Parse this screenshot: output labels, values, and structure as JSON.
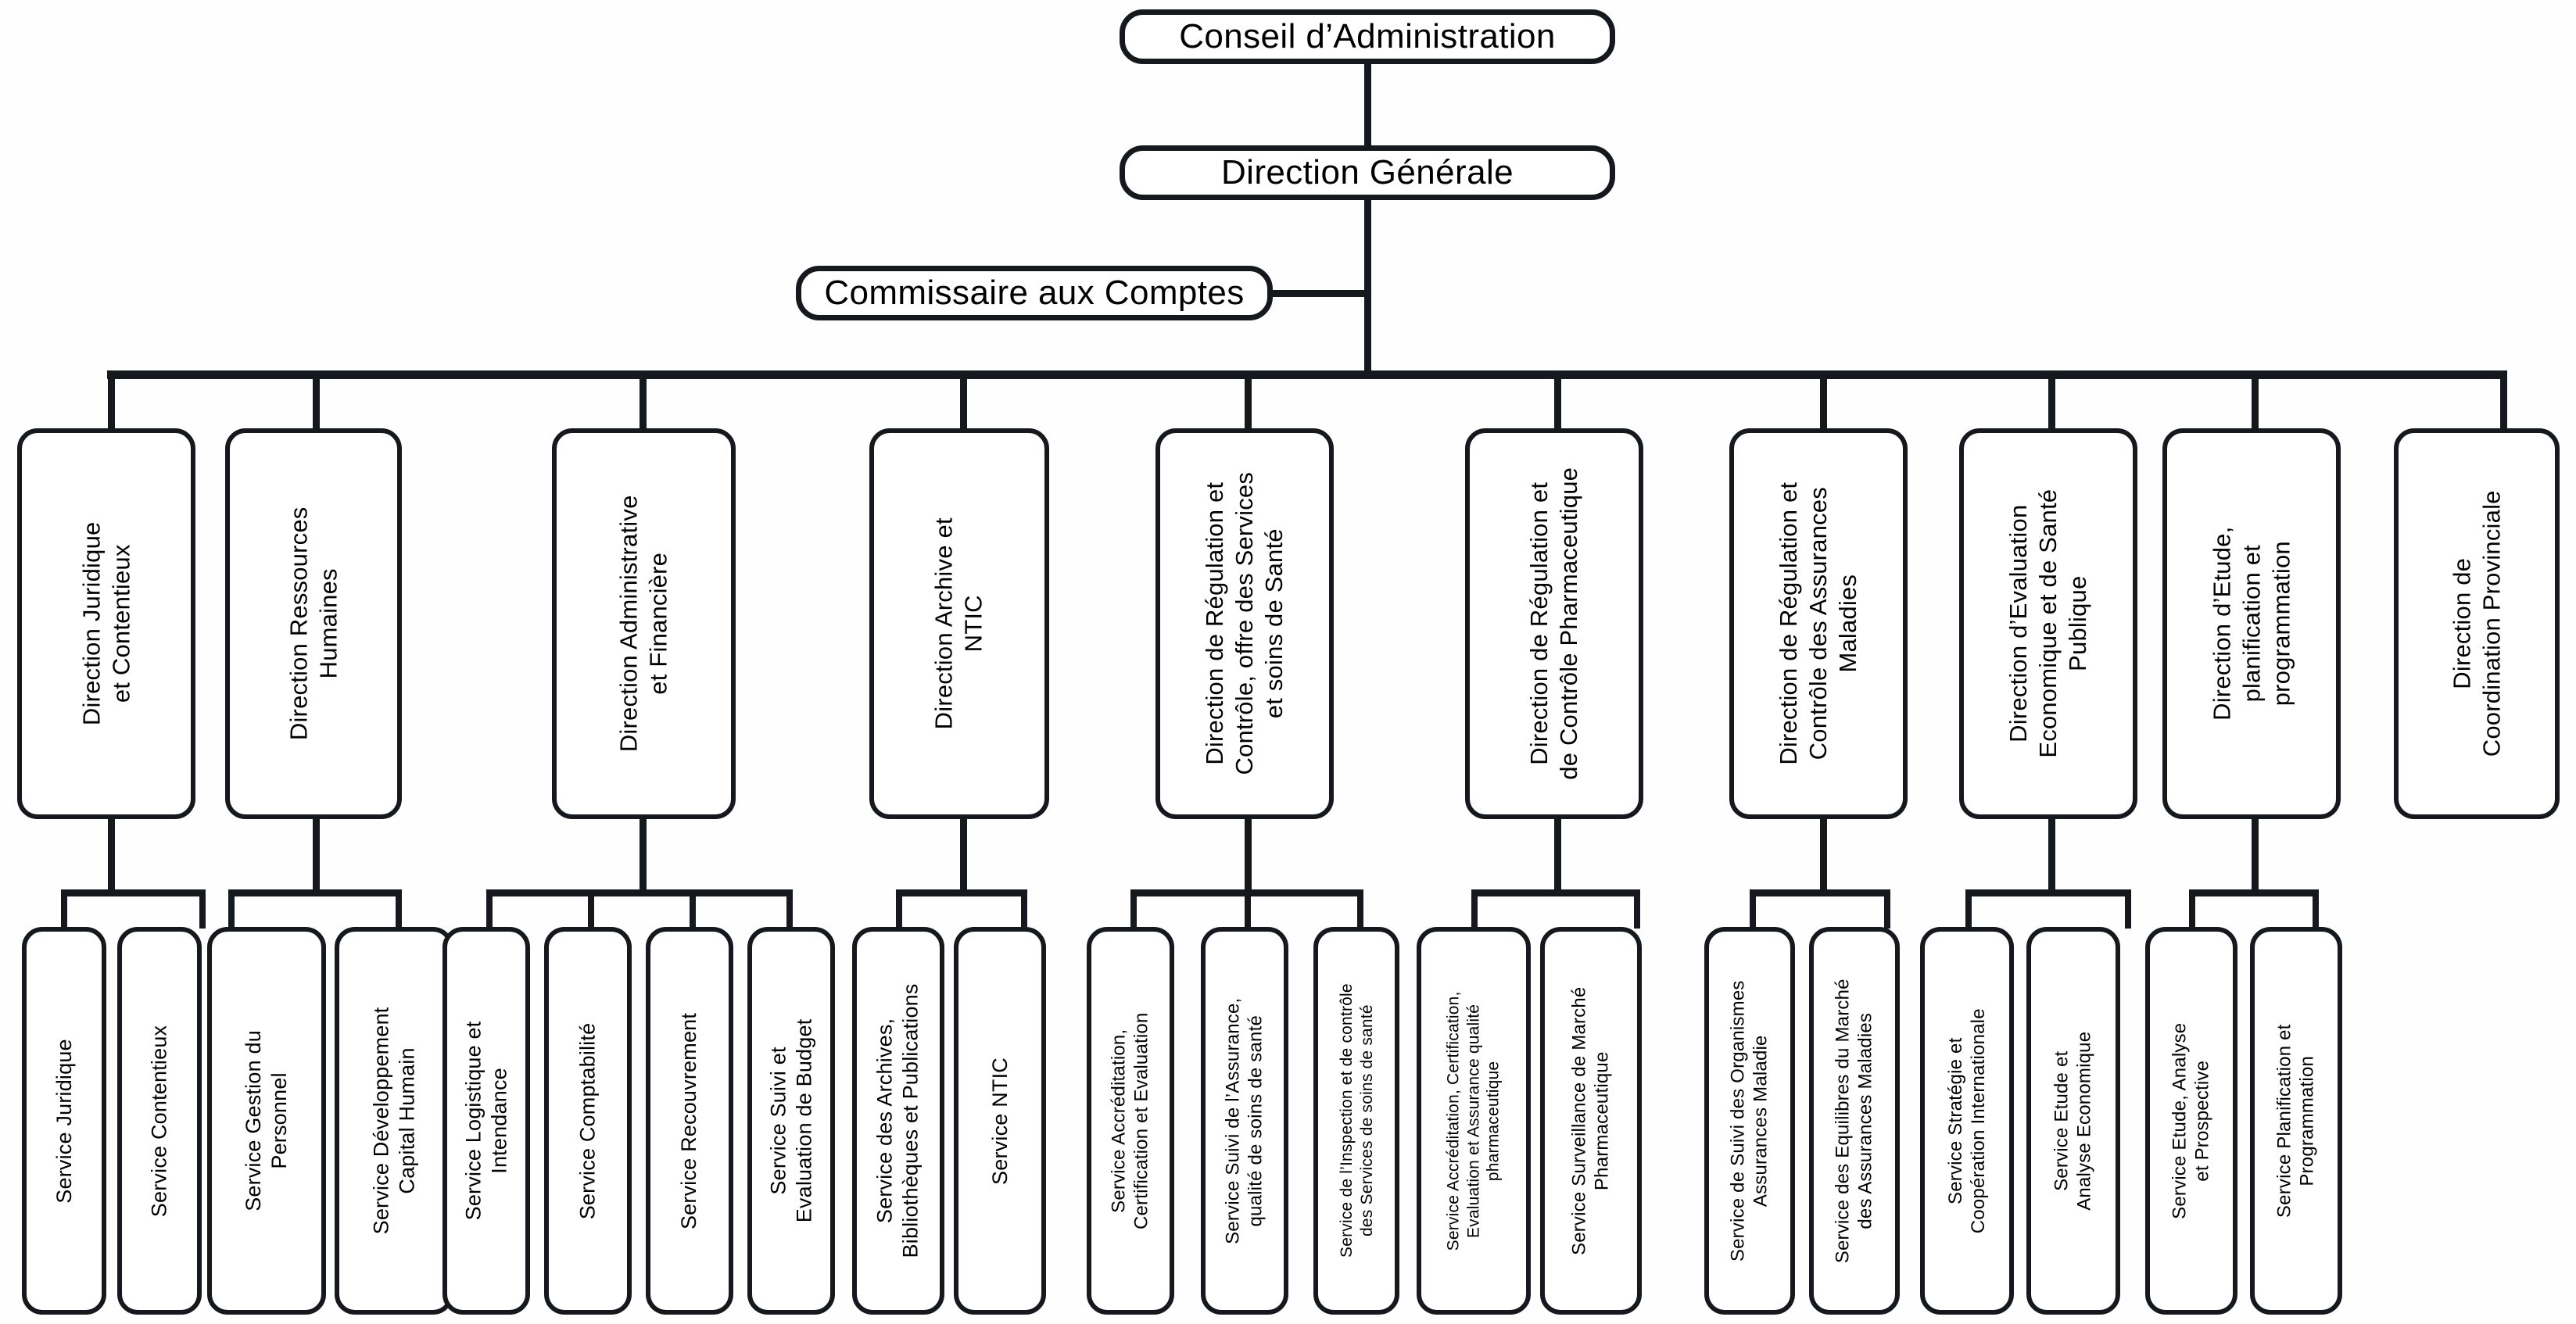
{
  "title": "Organigramme",
  "colors": {
    "line": "#15191d",
    "box_border": "#15191d",
    "background": "#ffffff"
  },
  "top": {
    "board": "Conseil d’Administration",
    "general_direction": "Direction Générale",
    "auditor": "Commissaire aux Comptes"
  },
  "directions": [
    {
      "label": "Direction Juridique\net Contentieux",
      "services": [
        {
          "label": "Service Juridique"
        },
        {
          "label": "Service Contentieux"
        }
      ]
    },
    {
      "label": "Direction Ressources\nHumaines",
      "services": [
        {
          "label": "Service Gestion du\nPersonnel"
        },
        {
          "label": "Service Développement\nCapital Humain"
        }
      ]
    },
    {
      "label": "Direction Administrative\net Financière",
      "services": [
        {
          "label": "Service Logistique et\nIntendance"
        },
        {
          "label": "Service Comptabilité"
        },
        {
          "label": "Service Recouvrement"
        },
        {
          "label": "Service Suivi et\nEvaluation de Budget"
        }
      ]
    },
    {
      "label": "Direction Archive et\nNTIC",
      "services": [
        {
          "label": "Service des Archives,\nBibliothèques et Publications"
        },
        {
          "label": "Service NTIC"
        }
      ]
    },
    {
      "label": "Direction de Régulation et\nContrôle, offre des Services\net soins de Santé",
      "services": [
        {
          "label": "Service Accréditation,\nCertification et Evaluation"
        },
        {
          "label": "Service Suivi de l’Assurance,\nqualité de soins de santé"
        },
        {
          "label": "Service de l’Inspection et de contrôle\ndes Services de soins de santé"
        }
      ]
    },
    {
      "label": "Direction de Régulation et\nde Contrôle Pharmaceutique",
      "services": [
        {
          "label": "Service Accréditation, Certification,\nEvaluation et Assurance qualité\npharmaceutique"
        },
        {
          "label": "Service Surveillance de Marché\nPharmaceutique"
        }
      ]
    },
    {
      "label": "Direction de Régulation et\nContrôle des Assurances\nMaladies",
      "services": [
        {
          "label": "Service de Suivi des Organismes\nAssurances Maladie"
        },
        {
          "label": "Service des Equilibres du Marché\ndes Assurances Maladies"
        }
      ]
    },
    {
      "label": "Direction d’Evaluation\nEconomique et de Santé\nPublique",
      "services": [
        {
          "label": "Service Stratégie et\nCoopération Internationale"
        },
        {
          "label": "Service Etude et\nAnalyse Economique"
        }
      ]
    },
    {
      "label": "Direction d’Etude,\nplanification et\nprogrammation",
      "services": [
        {
          "label": "Service Etude, Analyse\net Prospective"
        },
        {
          "label": "Service Planification et\nProgrammation"
        }
      ]
    },
    {
      "label": "Direction de\nCoordination Provinciale",
      "services": []
    }
  ]
}
